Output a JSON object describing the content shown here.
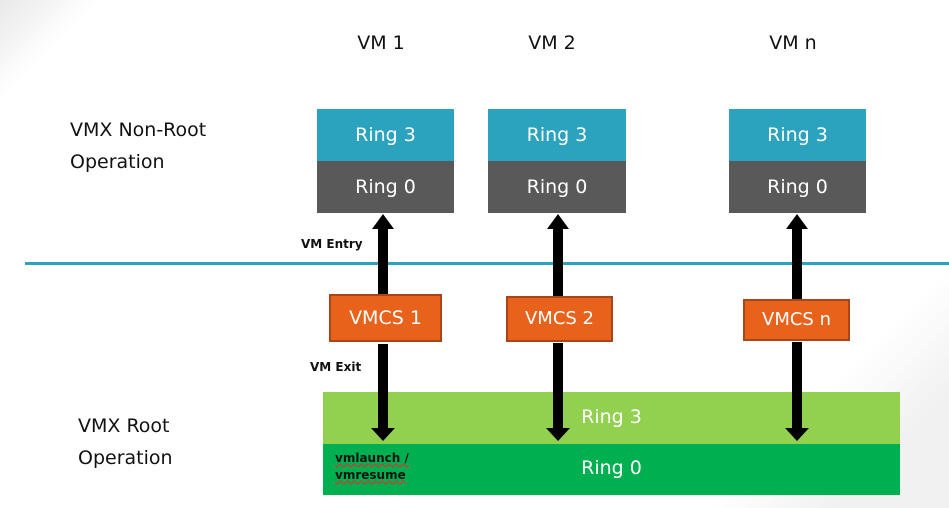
{
  "diagram": {
    "non_root_label": [
      "VMX Non-Root",
      "Operation"
    ],
    "root_label": [
      "VMX Root",
      "Operation"
    ],
    "vms": [
      {
        "title": "VM 1",
        "ring3": "Ring 3",
        "ring0": "Ring 0",
        "vmcs": "VMCS 1"
      },
      {
        "title": "VM 2",
        "ring3": "Ring 3",
        "ring0": "Ring 0",
        "vmcs": "VMCS 2"
      },
      {
        "title": "VM n",
        "ring3": "Ring 3",
        "ring0": "Ring 0",
        "vmcs": "VMCS n"
      }
    ],
    "vm_entry_label": "VM Entry",
    "vm_exit_label": "VM Exit",
    "host": {
      "ring3": "Ring 3",
      "ring0": "Ring 0",
      "instruction_line1": "vmlaunch /",
      "instruction_line2": "vmresume"
    },
    "colors": {
      "ring3_vm": "#2ba3be",
      "ring0_vm": "#595959",
      "vmcs": "#e8621c",
      "host_ring3": "#92d050",
      "host_ring0": "#00b050",
      "boundary_line": "#2ba3be"
    }
  }
}
